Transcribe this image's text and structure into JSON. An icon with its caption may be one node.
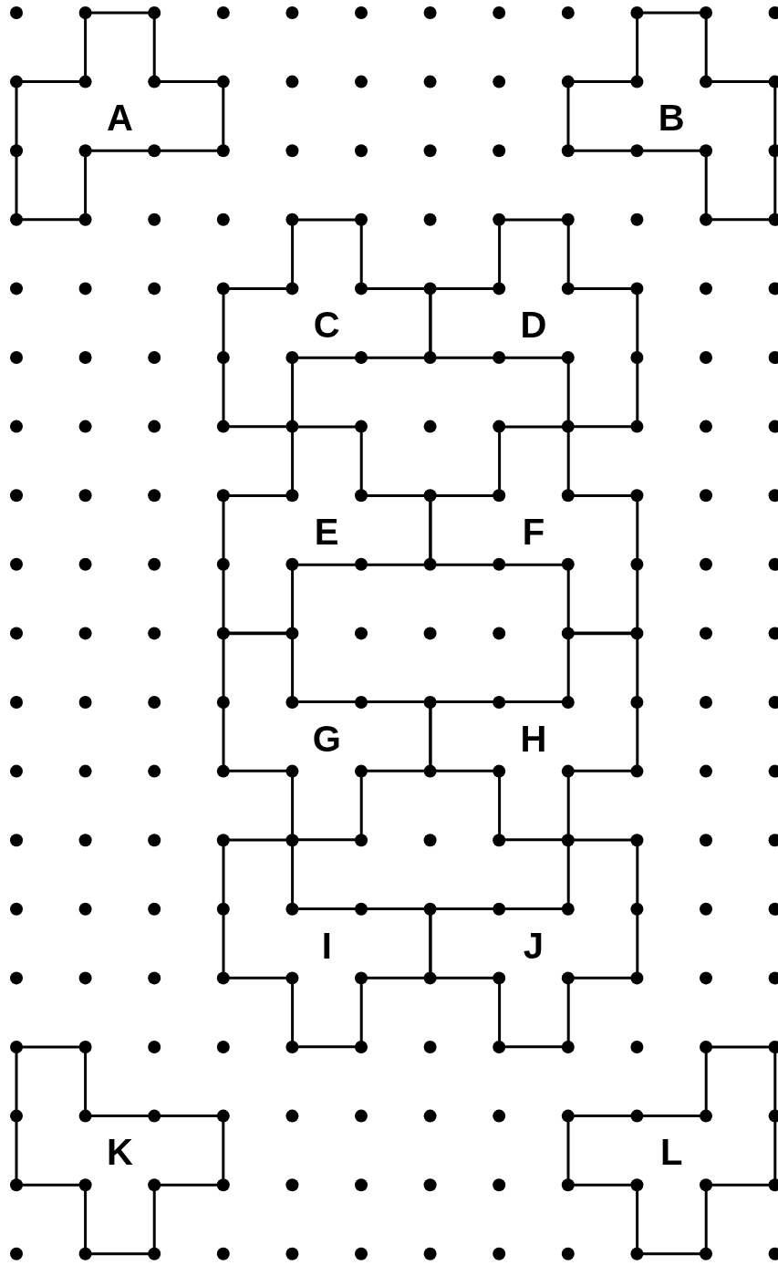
{
  "diagram": {
    "nodes": [
      {
        "text": [
          "A"
        ]
      },
      {
        "text": [
          "B"
        ]
      },
      {
        "text": [
          "C"
        ]
      },
      {
        "text": [
          "D"
        ]
      },
      {
        "text": [
          "E"
        ]
      },
      {
        "text": [
          "F"
        ]
      },
      {
        "text": [
          "G"
        ]
      },
      {
        "text": [
          "H"
        ]
      },
      {
        "text": [
          "I"
        ]
      },
      {
        "text": [
          "J"
        ]
      },
      {
        "text": [
          "K"
        ]
      },
      {
        "text": [
          "L"
        ]
      }
    ]
  }
}
